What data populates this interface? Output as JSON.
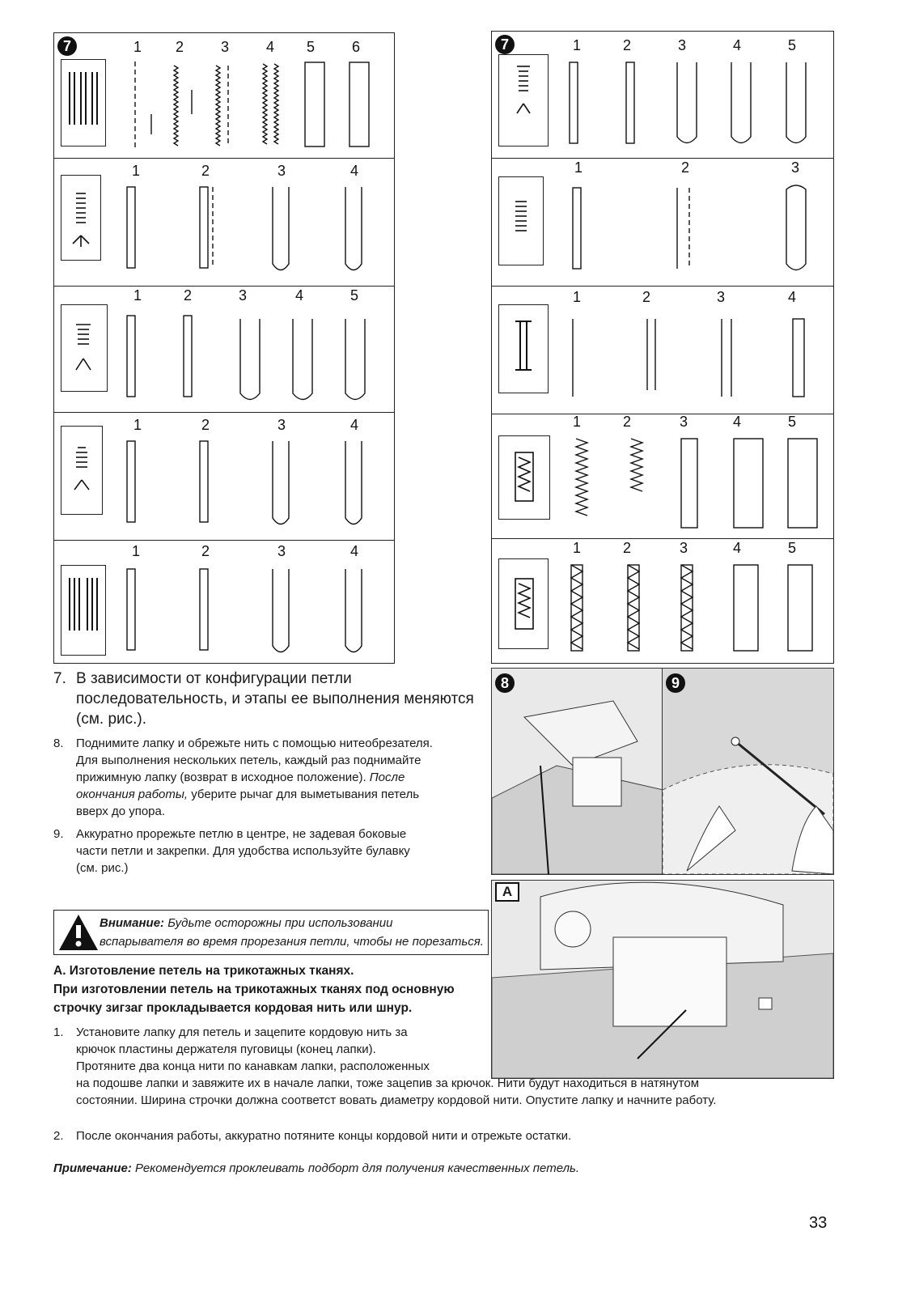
{
  "left_panel": {
    "badge": "7",
    "rows": [
      {
        "steps": [
          "1",
          "2",
          "3",
          "4",
          "5",
          "6"
        ]
      },
      {
        "steps": [
          "1",
          "2",
          "3",
          "4"
        ]
      },
      {
        "steps": [
          "1",
          "2",
          "3",
          "4",
          "5"
        ]
      },
      {
        "steps": [
          "1",
          "2",
          "3",
          "4"
        ]
      },
      {
        "steps": [
          "1",
          "2",
          "3",
          "4"
        ]
      }
    ]
  },
  "right_panel": {
    "badge": "7",
    "rows": [
      {
        "steps": [
          "1",
          "2",
          "3",
          "4",
          "5"
        ]
      },
      {
        "steps": [
          "1",
          "2",
          "3"
        ]
      },
      {
        "steps": [
          "1",
          "2",
          "3",
          "4"
        ]
      },
      {
        "steps": [
          "1",
          "2",
          "3",
          "4",
          "5"
        ]
      },
      {
        "steps": [
          "1",
          "2",
          "3",
          "4",
          "5"
        ]
      }
    ]
  },
  "photos": {
    "badge_8": "8",
    "badge_9": "9",
    "badge_a": "A"
  },
  "text": {
    "item7_num": "7.",
    "item7_line1": "В зависимости от конфигурации петли",
    "item7_line2": "последовательность, и этапы ее выполнения меняются",
    "item7_line3": "(см. рис.).",
    "item8_num": "8.",
    "item8_line1": "Поднимите лапку и обрежьте нить с помощью нитеобрезателя.",
    "item8_line2": "Для выполнения нескольких петель, каждый раз поднимайте",
    "item8_line3": "прижимную лапку (возврат в исходное положение).",
    "item8_line3_ital": "После",
    "item8_line4_ital": "окончания работы,",
    "item8_line4": "уберите рычаг для выметывания петель",
    "item8_line5": "вверх до упора.",
    "item9_num": "9.",
    "item9_line1": "Аккуратно прорежьте петлю в центре, не задевая боковые",
    "item9_line2": "части петли и закрепки. Для  удобства используйте булавку",
    "item9_line3": "(см. рис.)",
    "warning_label": "Внимание:",
    "warning_line1": "Будьте осторожны при использовании",
    "warning_line2": "вспарывателя во время прорезания петли, чтобы не порезаться.",
    "sectionA_line1": "A.  Изготовление петель на трикотажных тканях.",
    "sectionA_line2": "При изготовлении петель на трикотажных тканях под основную",
    "sectionA_line3": "строчку зигзаг прокладывается кордовая нить или шнур.",
    "a1_num": "1.",
    "a1_line1": "Установите лапку для петель и зацепите кордовую нить за",
    "a1_line2": "крючок пластины держателя пуговицы (конец лапки).",
    "a1_line3": "Протяните два конца нити по канавкам лапки, расположенных",
    "a1_line4": "на подошве лапки и завяжите их в начале лапки, тоже зацепив за крючок. Нити будут находиться в натянутом",
    "a1_line5": "состоянии. Ширина строчки должна соответст вовать диаметру кордовой нити. Опустите лапку и начните работу.",
    "a2_num": "2.",
    "a2_line1": "После окончания работы, аккуратно потяните концы кордовой нити и отрежьте остатки.",
    "note_label": "Примечание:",
    "note_text": "Рекомендуется проклеивать подборт для получения качественных петель.",
    "page_number": "33"
  }
}
